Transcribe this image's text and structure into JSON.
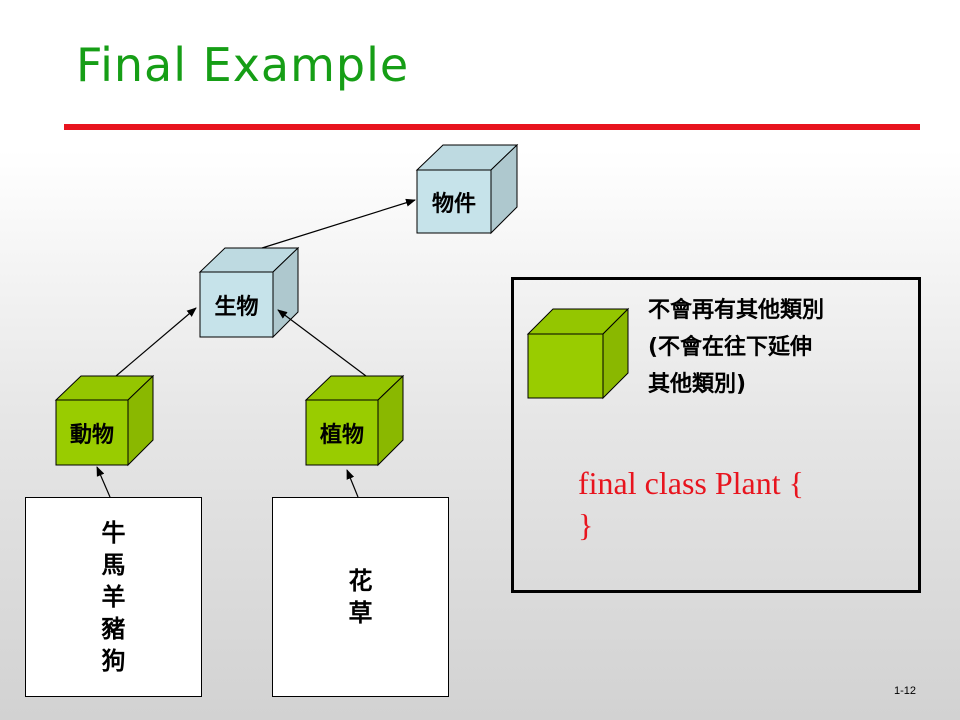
{
  "slide": {
    "title": "Final Example",
    "page_number": "1-12"
  },
  "colors": {
    "title": "#169e16",
    "rule": "#e8141e",
    "class_cube": "#c6e3ea",
    "final_cube": "#99cc00",
    "code": "#e8141e"
  },
  "nodes": {
    "object": {
      "label": "物件"
    },
    "organism": {
      "label": "生物"
    },
    "animal": {
      "label": "動物"
    },
    "plant": {
      "label": "植物"
    }
  },
  "leaves": {
    "animal_instances": {
      "text": "牛\n馬\n羊\n豬\n狗"
    },
    "plant_instances": {
      "text": "花\n草"
    }
  },
  "legend": {
    "description": "不會再有其他類別\n(不會在往下延伸\n其他類別)",
    "code": "final class Plant {\n}"
  }
}
